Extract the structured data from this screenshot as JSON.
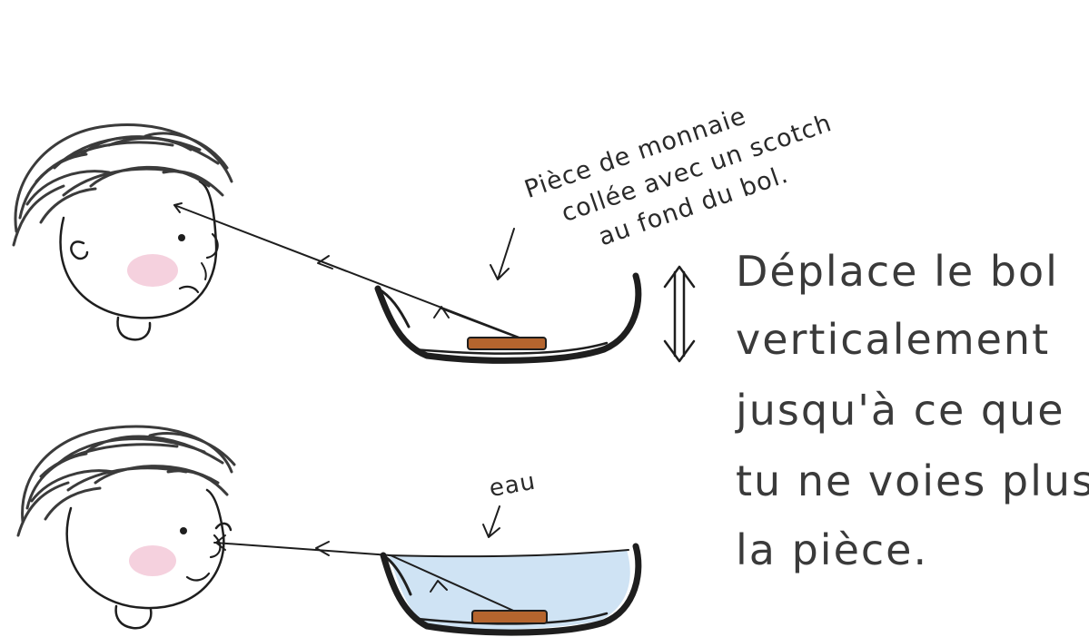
{
  "labels": {
    "coin_line1": "Pièce de monnaie",
    "coin_line2": "collée avec un scotch",
    "coin_line3": "au fond du bol.",
    "water": "eau"
  },
  "instruction": {
    "line1": "Déplace le bol",
    "line2": "verticalement",
    "line3": "jusqu'à ce que",
    "line4": "tu ne voies plus",
    "line5": "la pièce."
  },
  "colors": {
    "ink": "#1e1e1e",
    "coin": "#b5652e",
    "water": "#cfe3f4",
    "cheek": "#f2c6d6",
    "hair": "#3b3b3b"
  }
}
